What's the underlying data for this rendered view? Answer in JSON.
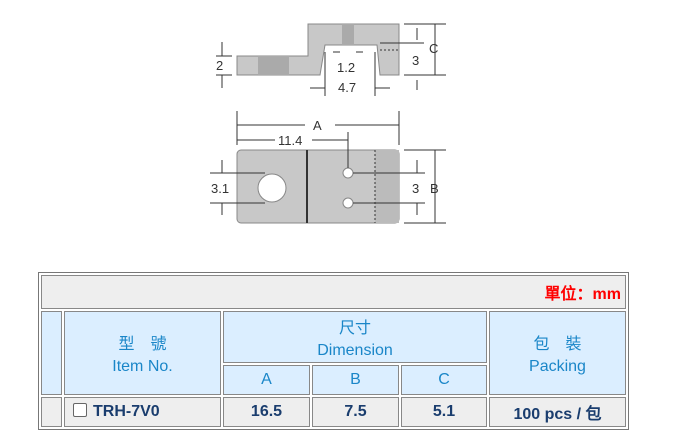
{
  "drawing": {
    "dim_2": "2",
    "dim_1_2": "1.2",
    "dim_4_7": "4.7",
    "dim_3_side": "3",
    "dim_C": "C",
    "dim_A": "A",
    "dim_11_4": "11.4",
    "dim_3_1": "3.1",
    "dim_3_top": "3",
    "dim_B": "B"
  },
  "table": {
    "unit_label": "單位：mm",
    "headers": {
      "item_zh": "型　號",
      "item_en": "Item No.",
      "dim_zh": "尺寸",
      "dim_en": "Dimension",
      "a": "A",
      "b": "B",
      "c": "C",
      "pack_zh": "包　裝",
      "pack_en": "Packing"
    },
    "rows": [
      {
        "item": "TRH-7V0",
        "a": "16.5",
        "b": "7.5",
        "c": "5.1",
        "packing": "100 pcs / 包"
      }
    ]
  }
}
